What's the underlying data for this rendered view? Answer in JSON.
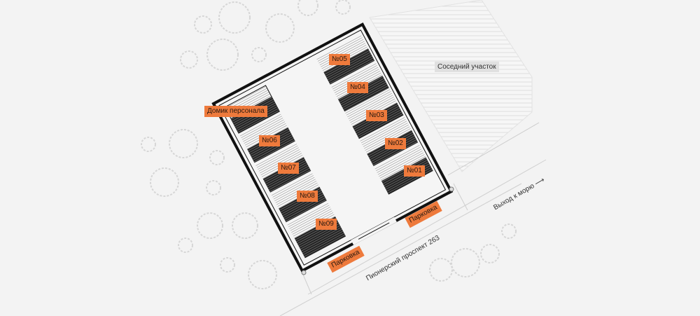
{
  "labels": {
    "staff_house": "Домик персонала",
    "neighbor": "Соседний участок",
    "parking_1": "Парковка",
    "parking_2": "Парковка",
    "street": "Пионерский проспект 263",
    "sea_exit": "Выход к морю",
    "sea_arrow": "⟶"
  },
  "units_left": [
    "№06",
    "№07",
    "№08",
    "№09"
  ],
  "units_right": [
    "№05",
    "№04",
    "№03",
    "№02",
    "№01"
  ],
  "colors": {
    "accent": "#ee7a3c",
    "background": "#f3f3f3"
  }
}
